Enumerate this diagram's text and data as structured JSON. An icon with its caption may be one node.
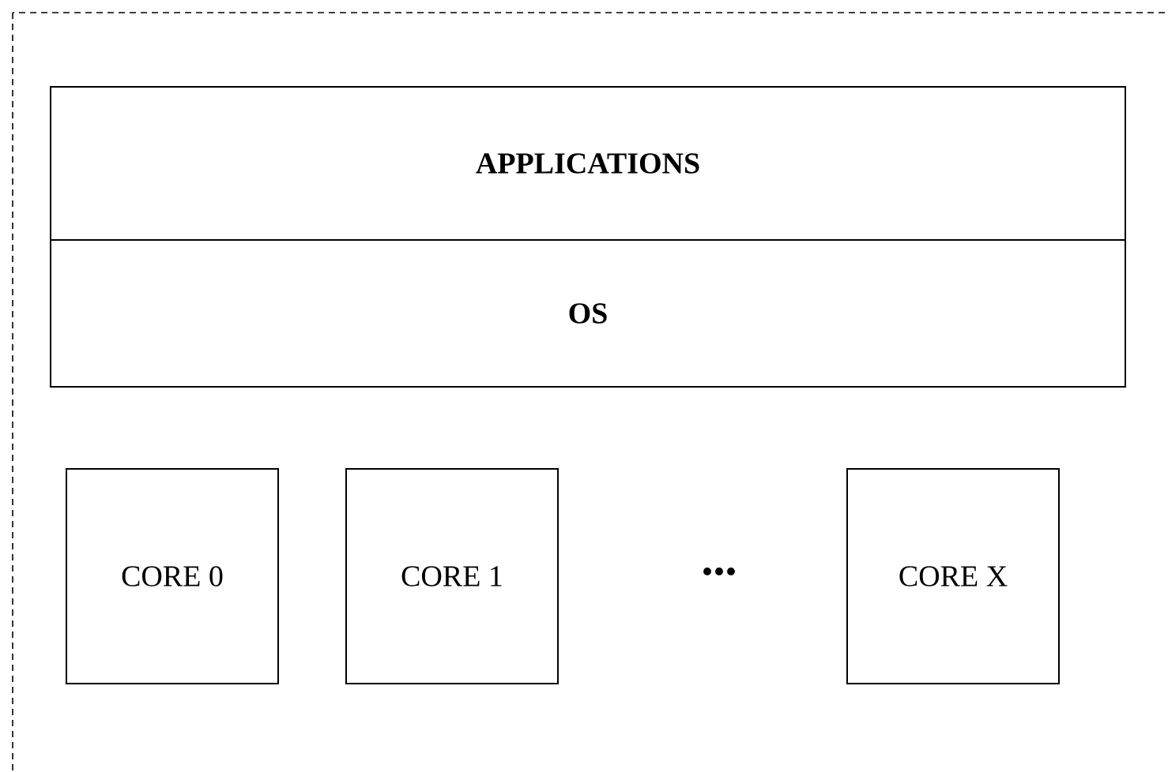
{
  "diagram": {
    "nodes": [
      {
        "text": [
          "APPLICATIONS"
        ]
      },
      {
        "text": [
          "OS"
        ]
      },
      {
        "text": [
          "CORE 0"
        ]
      },
      {
        "text": [
          "CORE 1"
        ]
      },
      {
        "text": [
          "CORE X"
        ]
      }
    ],
    "labels": [
      "..."
    ]
  }
}
